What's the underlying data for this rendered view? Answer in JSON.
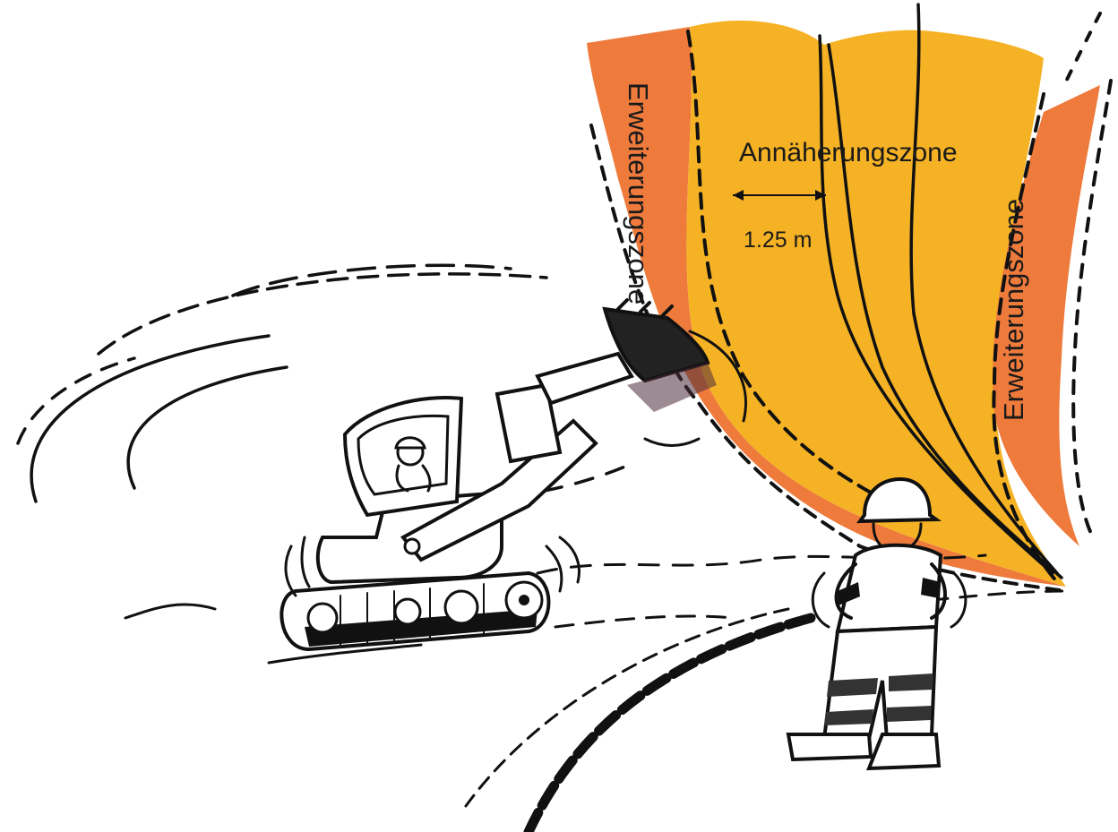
{
  "labels": {
    "approach_zone": "Annäherungszone",
    "distance": "1.25 m",
    "extension_zone_left": "Erweiterungszone",
    "extension_zone_right": "Erweiterungszone"
  },
  "colors": {
    "approach_zone": "#f5b224",
    "extension_zone": "#ee7a3c",
    "ink": "#111111"
  }
}
